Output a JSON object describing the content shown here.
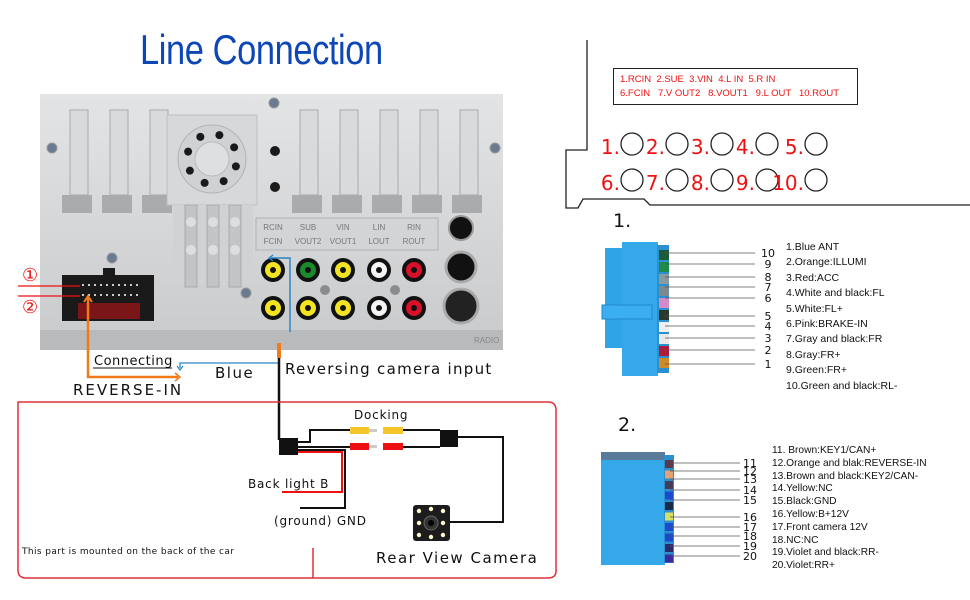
{
  "title": "Line Connection",
  "head_unit": {
    "port_labels_top": [
      "RCIN",
      "SUB",
      "VIN",
      "LIN",
      "RIN"
    ],
    "port_labels_bottom": [
      "FCIN",
      "VOUT2",
      "VOUT1",
      "LOUT",
      "ROUT"
    ],
    "radio_mark": "RADIO",
    "rca_colors_top": [
      "#f2e421",
      "#1a8a2a",
      "#f2e421",
      "#f4f4f4",
      "#d8102a"
    ],
    "rca_colors_bottom": [
      "#f2e421",
      "#f2e421",
      "#f2e421",
      "#f4f4f4",
      "#d8102a"
    ],
    "harness_markers": [
      "①",
      "②"
    ]
  },
  "wiring": {
    "connecting_label": "Connecting",
    "blue_label": "Blue",
    "reverse_in_label": "REVERSE-IN",
    "reversing_camera_label": "Reversing camera input",
    "docking_label": "Docking",
    "back_light_label": "Back light B",
    "ground_label": "(ground) GND",
    "mounted_note": "This part is mounted on the back of the car",
    "camera_label": "Rear View Camera",
    "colors": {
      "reverse_wire": "#f07a1a",
      "blue_wire": "#2a86c8",
      "harness_line": "#e11",
      "box_border": "#e0303a"
    }
  },
  "av_port_legend": {
    "row1": [
      "1.RCIN",
      "2.SUE",
      "3.VIN",
      "4.L IN",
      "5.R IN"
    ],
    "row2": [
      "6.FCIN",
      "7.V OUT2",
      "8.VOUT1",
      "9.L OUT",
      "10.ROUT"
    ],
    "socket_numbers_row1": [
      "1.",
      "2.",
      "3.",
      "4.",
      "5."
    ],
    "socket_numbers_row2": [
      "6.",
      "7.",
      "8.",
      "9.",
      "10."
    ]
  },
  "connector1": {
    "heading": "1.",
    "pin_numbers": [
      "10",
      "9",
      "8",
      "7",
      "6",
      "5",
      "4",
      "3",
      "2",
      "1"
    ],
    "pins": [
      "1.Blue ANT",
      "2.Orange:ILLUMI",
      "3.Red:ACC",
      "4.White and black:FL",
      "5.White:FL+",
      "6.Pink:BRAKE-IN",
      "7.Gray and black:FR",
      "8.Gray:FR+",
      "9.Green:FR+",
      "10.Green and black:RL-"
    ],
    "wire_colors": [
      "#1d5a3a",
      "#1f8a4a",
      "#8a9aa0",
      "#7a8a90",
      "#d28bc8",
      "#2a3a2a",
      "#f0f0f0",
      "#e8e8e8",
      "#b01a3a",
      "#d08a2a",
      "#1a2a8a"
    ]
  },
  "connector2": {
    "heading": "2.",
    "pin_numbers": [
      "11",
      "12",
      "13",
      "14",
      "15",
      "16",
      "17",
      "18",
      "19",
      "20"
    ],
    "pins": [
      "11. Brown:KEY1/CAN+",
      "12.Orange and blak:REVERSE-IN",
      "13.Brown and black:KEY2/CAN-",
      "14.Yellow:NC",
      "15.Black:GND",
      "16.Yellow:B+12V",
      "17.Front camera 12V",
      "18.NC:NC",
      "19.Violet and black:RR-",
      "20.Violet:RR+"
    ],
    "wire_colors": [
      "#5a3a4a",
      "#e8a070",
      "#4a3a5a",
      "#1a4ad0",
      "#1a2a4a",
      "#d8e060",
      "#1a4ad0",
      "#1a4ad0",
      "#2a2a6a",
      "#3a2aa0"
    ]
  }
}
